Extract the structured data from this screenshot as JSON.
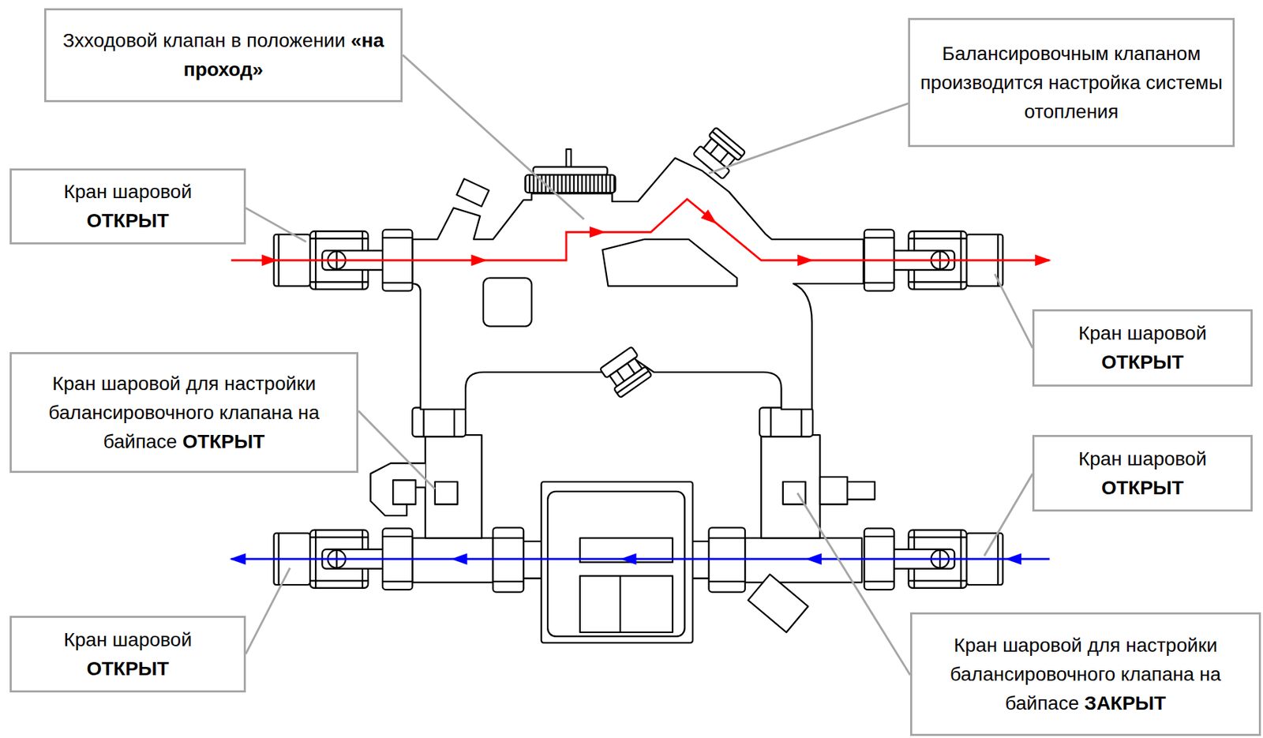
{
  "diagram": {
    "nodes": [
      {
        "text": [
          "Зхходовой клапан в положении",
          "«на проход»"
        ]
      },
      {
        "text": [
          "Балансировочным клапаном производится настройка системы отопления"
        ]
      },
      {
        "text": [
          "Кран шаровой",
          "ОТКРЫТ"
        ]
      },
      {
        "text": [
          "Кран шаровой",
          "ОТКРЫТ"
        ]
      },
      {
        "text": [
          "Кран шаровой для настройки балансировочного клапана на байпасе",
          "ОТКРЫТ"
        ]
      },
      {
        "text": [
          "Кран шаровой",
          "ОТКРЫТ"
        ]
      },
      {
        "text": [
          "Кран шаровой",
          "ОТКРЫТ"
        ]
      },
      {
        "text": [
          "Кран шаровой для настройки балансировочного клапана на байпасе",
          "ЗАКРЫТ"
        ]
      }
    ]
  }
}
